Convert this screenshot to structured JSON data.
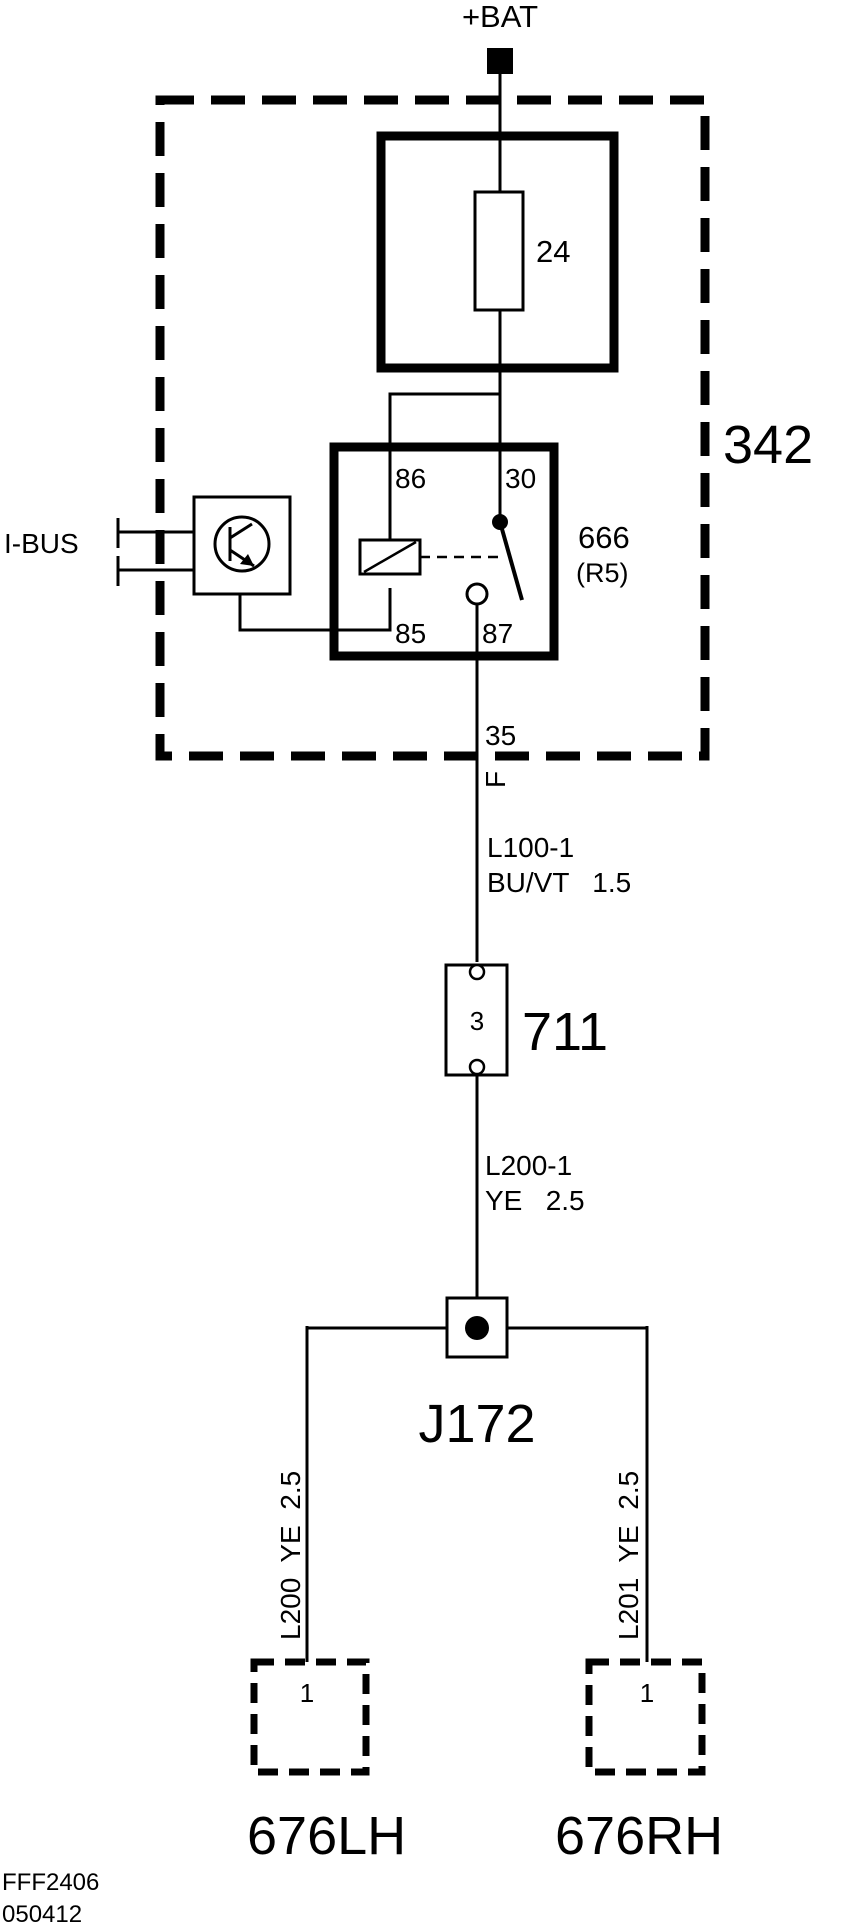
{
  "supply": {
    "label": "+BAT"
  },
  "module": {
    "id": "342"
  },
  "fuse": {
    "id": "24"
  },
  "relay": {
    "id": "666",
    "ref": "(R5)",
    "pins": {
      "p86": "86",
      "p30": "30",
      "p85": "85",
      "p87": "87"
    }
  },
  "control": {
    "bus_label": "I-BUS"
  },
  "module_pin": {
    "number": "35",
    "connector": "F"
  },
  "wire_1": {
    "code": "L100-1",
    "spec": "BU/VT   1.5"
  },
  "connector_711": {
    "id": "711",
    "pin": "3"
  },
  "wire_2": {
    "code": "L200-1",
    "spec": "YE   2.5"
  },
  "splice": {
    "id": "J172"
  },
  "wire_left": {
    "label": "L200  YE  2.5"
  },
  "wire_right": {
    "label": "L201  YE  2.5"
  },
  "load_left": {
    "id": "676LH",
    "pin": "1"
  },
  "load_right": {
    "id": "676RH",
    "pin": "1"
  },
  "footer": {
    "code": "FFF2406",
    "date": "050412"
  }
}
